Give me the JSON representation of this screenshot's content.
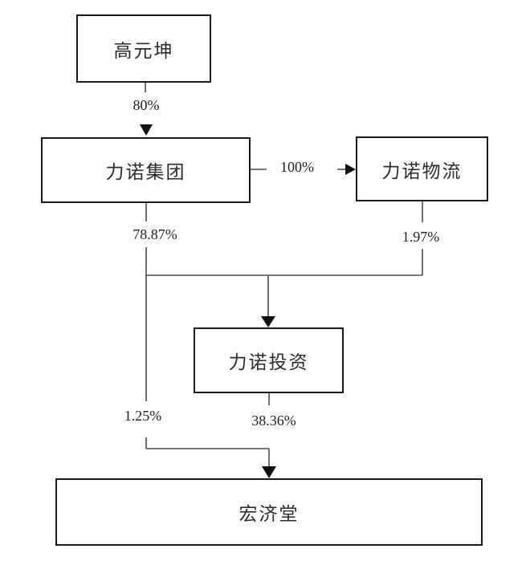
{
  "diagram": {
    "title": "equity-ownership-structure",
    "nodes": {
      "gao_yuankun": {
        "label": "高元坤"
      },
      "linuo_group": {
        "label": "力诺集团"
      },
      "linuo_logistics": {
        "label": "力诺物流"
      },
      "linuo_investment": {
        "label": "力诺投资"
      },
      "hongjitang": {
        "label": "宏济堂"
      }
    },
    "edges": {
      "gao_to_group": {
        "label": "80%"
      },
      "group_to_logistics": {
        "label": "100%"
      },
      "group_to_investment": {
        "label": "78.87%"
      },
      "logistics_to_investment": {
        "label": "1.97%"
      },
      "group_to_hongjitang": {
        "label": "1.25%"
      },
      "investment_to_hongjitang": {
        "label": "38.36%"
      }
    },
    "colors": {
      "background": "#ffffff",
      "box_border": "#1a1a1a",
      "line": "#4d4d4d",
      "arrowhead": "#111111",
      "text": "#2b2b2b"
    }
  }
}
